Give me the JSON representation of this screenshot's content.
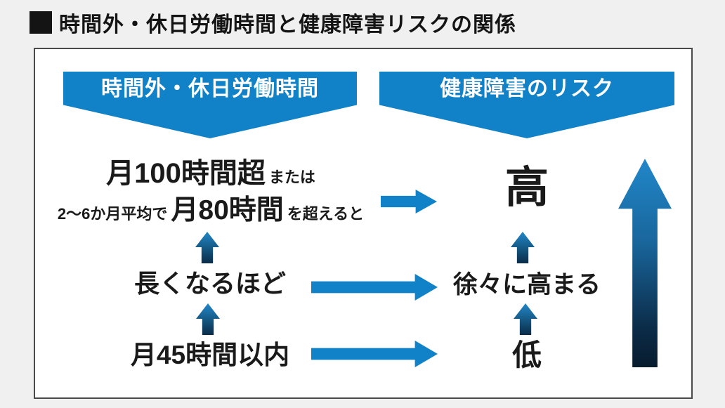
{
  "title": {
    "marker": "■",
    "text": "時間外・休日労働時間と健康障害リスクの関係"
  },
  "banners": {
    "left": "時間外・休日労働時間",
    "right": "健康障害のリスク"
  },
  "flow": {
    "top": {
      "line1_main": "月100時間超",
      "line1_suffix": "または",
      "line2_prefix": "2〜6か月平均で",
      "line2_main": "月80時間",
      "line2_suffix": "を超えると",
      "risk": "高"
    },
    "middle": {
      "hours": "長くなるほど",
      "risk": "徐々に高まる"
    },
    "bottom": {
      "hours": "月45時間以内",
      "risk": "低"
    }
  },
  "icons": {
    "arrow_right": "right-arrow",
    "arrow_up_small": "up-arrow-gradient",
    "risk_scale_arrow": "large-up-arrow-gradient"
  },
  "colors": {
    "accent_blue": "#1182c8",
    "grad_top": "#2187c9",
    "grad_bottom": "#081c2e",
    "text_black": "#1a1a1a",
    "page_bg": "#f0f0f0"
  }
}
